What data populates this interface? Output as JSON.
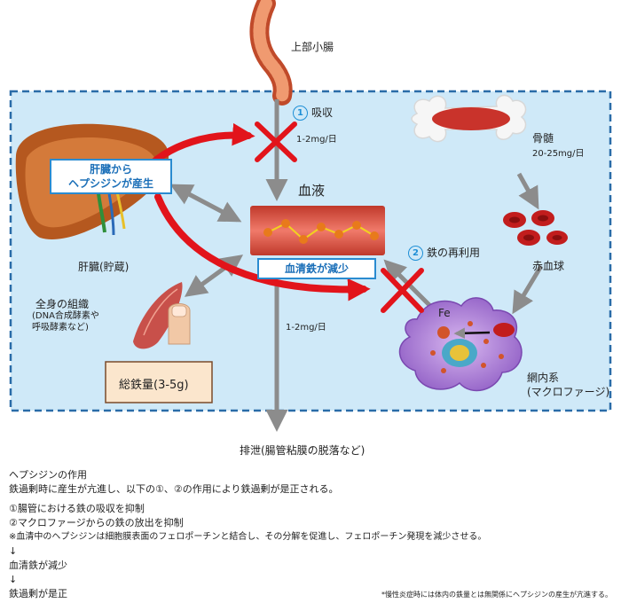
{
  "diagram": {
    "top_label": "上部小腸",
    "absorption": {
      "num": "1",
      "label": "吸収",
      "amount": "1-2mg/日"
    },
    "blood": "血液",
    "liver_box": "肝臓から\nヘプシジンが産生",
    "serum_box": "血清鉄が減少",
    "liver": "肝臓(貯蔵)",
    "tissue": "全身の組織",
    "tissue_sub": "(DNA合成酵素や\n呼吸酵素など)",
    "total_iron": "総鉄量(3-5g)",
    "bone_marrow": "骨髄",
    "bone_marrow_amount": "20-25mg/日",
    "rbc": "赤血球",
    "reuse": {
      "num": "2",
      "label": "鉄の再利用"
    },
    "fe": "Fe",
    "macrophage": "網内系\n(マクロファージ)",
    "blood_amount": "1-2mg/日",
    "excretion": "排泄(腸管粘膜の脱落など)"
  },
  "notes": {
    "title": "ヘプシジンの作用",
    "lines": [
      "鉄過剰時に産生が亢進し、以下の①、②の作用により鉄過剰が是正される。",
      "①腸管における鉄の吸収を抑制",
      "②マクロファージからの鉄の放出を抑制",
      "※血清中のヘプシジンは細胞膜表面のフェロポーチンと結合し、その分解を促進し、フェロポーチン発現を減少させる。",
      "↓",
      "血清鉄が減少",
      "↓",
      "鉄過剰が是正"
    ]
  },
  "footnote": "*慢性炎症時には体内の鉄量とは無関係にヘプシジンの産生が亢進する。",
  "colors": {
    "box_bg": "#cfe9f8",
    "box_border": "#2a6ca8",
    "red": "#e2141b",
    "gray": "#8c8c8c",
    "blue_label": "#1b6fb8"
  }
}
